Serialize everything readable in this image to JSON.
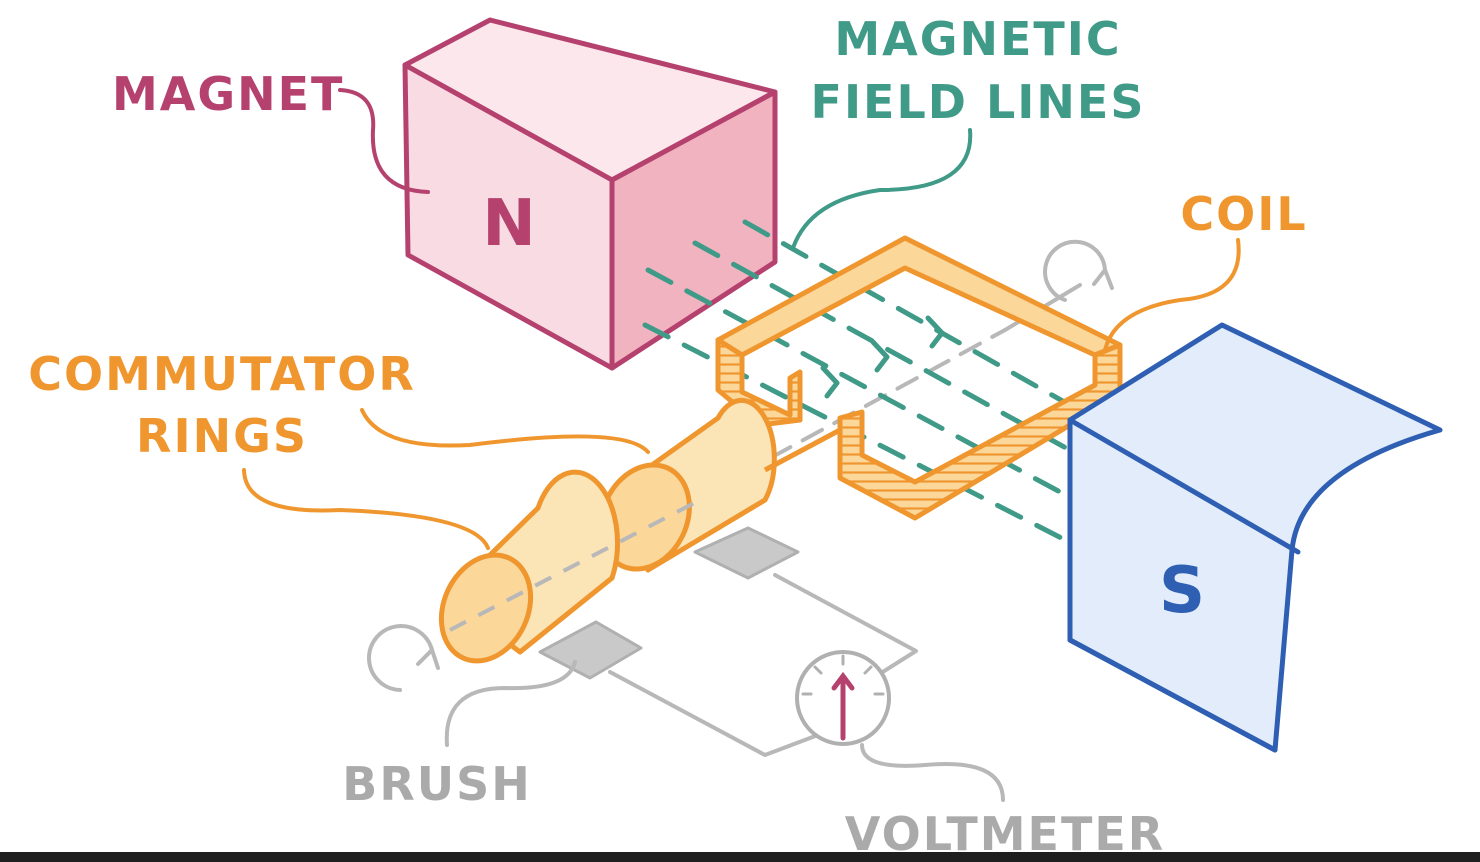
{
  "labels": {
    "magnet": "MAGNET",
    "field_line_1": "MAGNETIC",
    "field_line_2": "FIELD LINES",
    "coil": "COIL",
    "commutator_1": "COMMUTATOR",
    "commutator_2": "RINGS",
    "brush": "BRUSH",
    "voltmeter": "VOLTMETER",
    "north": "N",
    "south": "S"
  },
  "colors": {
    "magnet_north": "#b5426e",
    "magnet_north_fill": "#f9dce3",
    "magnet_north_side": "#f1b3c0",
    "field_lines": "#3f9a87",
    "coil": "#f0962e",
    "coil_fill": "#fbd79a",
    "south": "#2e5fb3",
    "south_fill": "#e2ecfb",
    "wire": "#b5b5b5",
    "brush": "#c9c9c9",
    "needle": "#b5426e"
  },
  "icons": [
    "rotation-arrow-icon",
    "voltmeter-dial-icon"
  ]
}
